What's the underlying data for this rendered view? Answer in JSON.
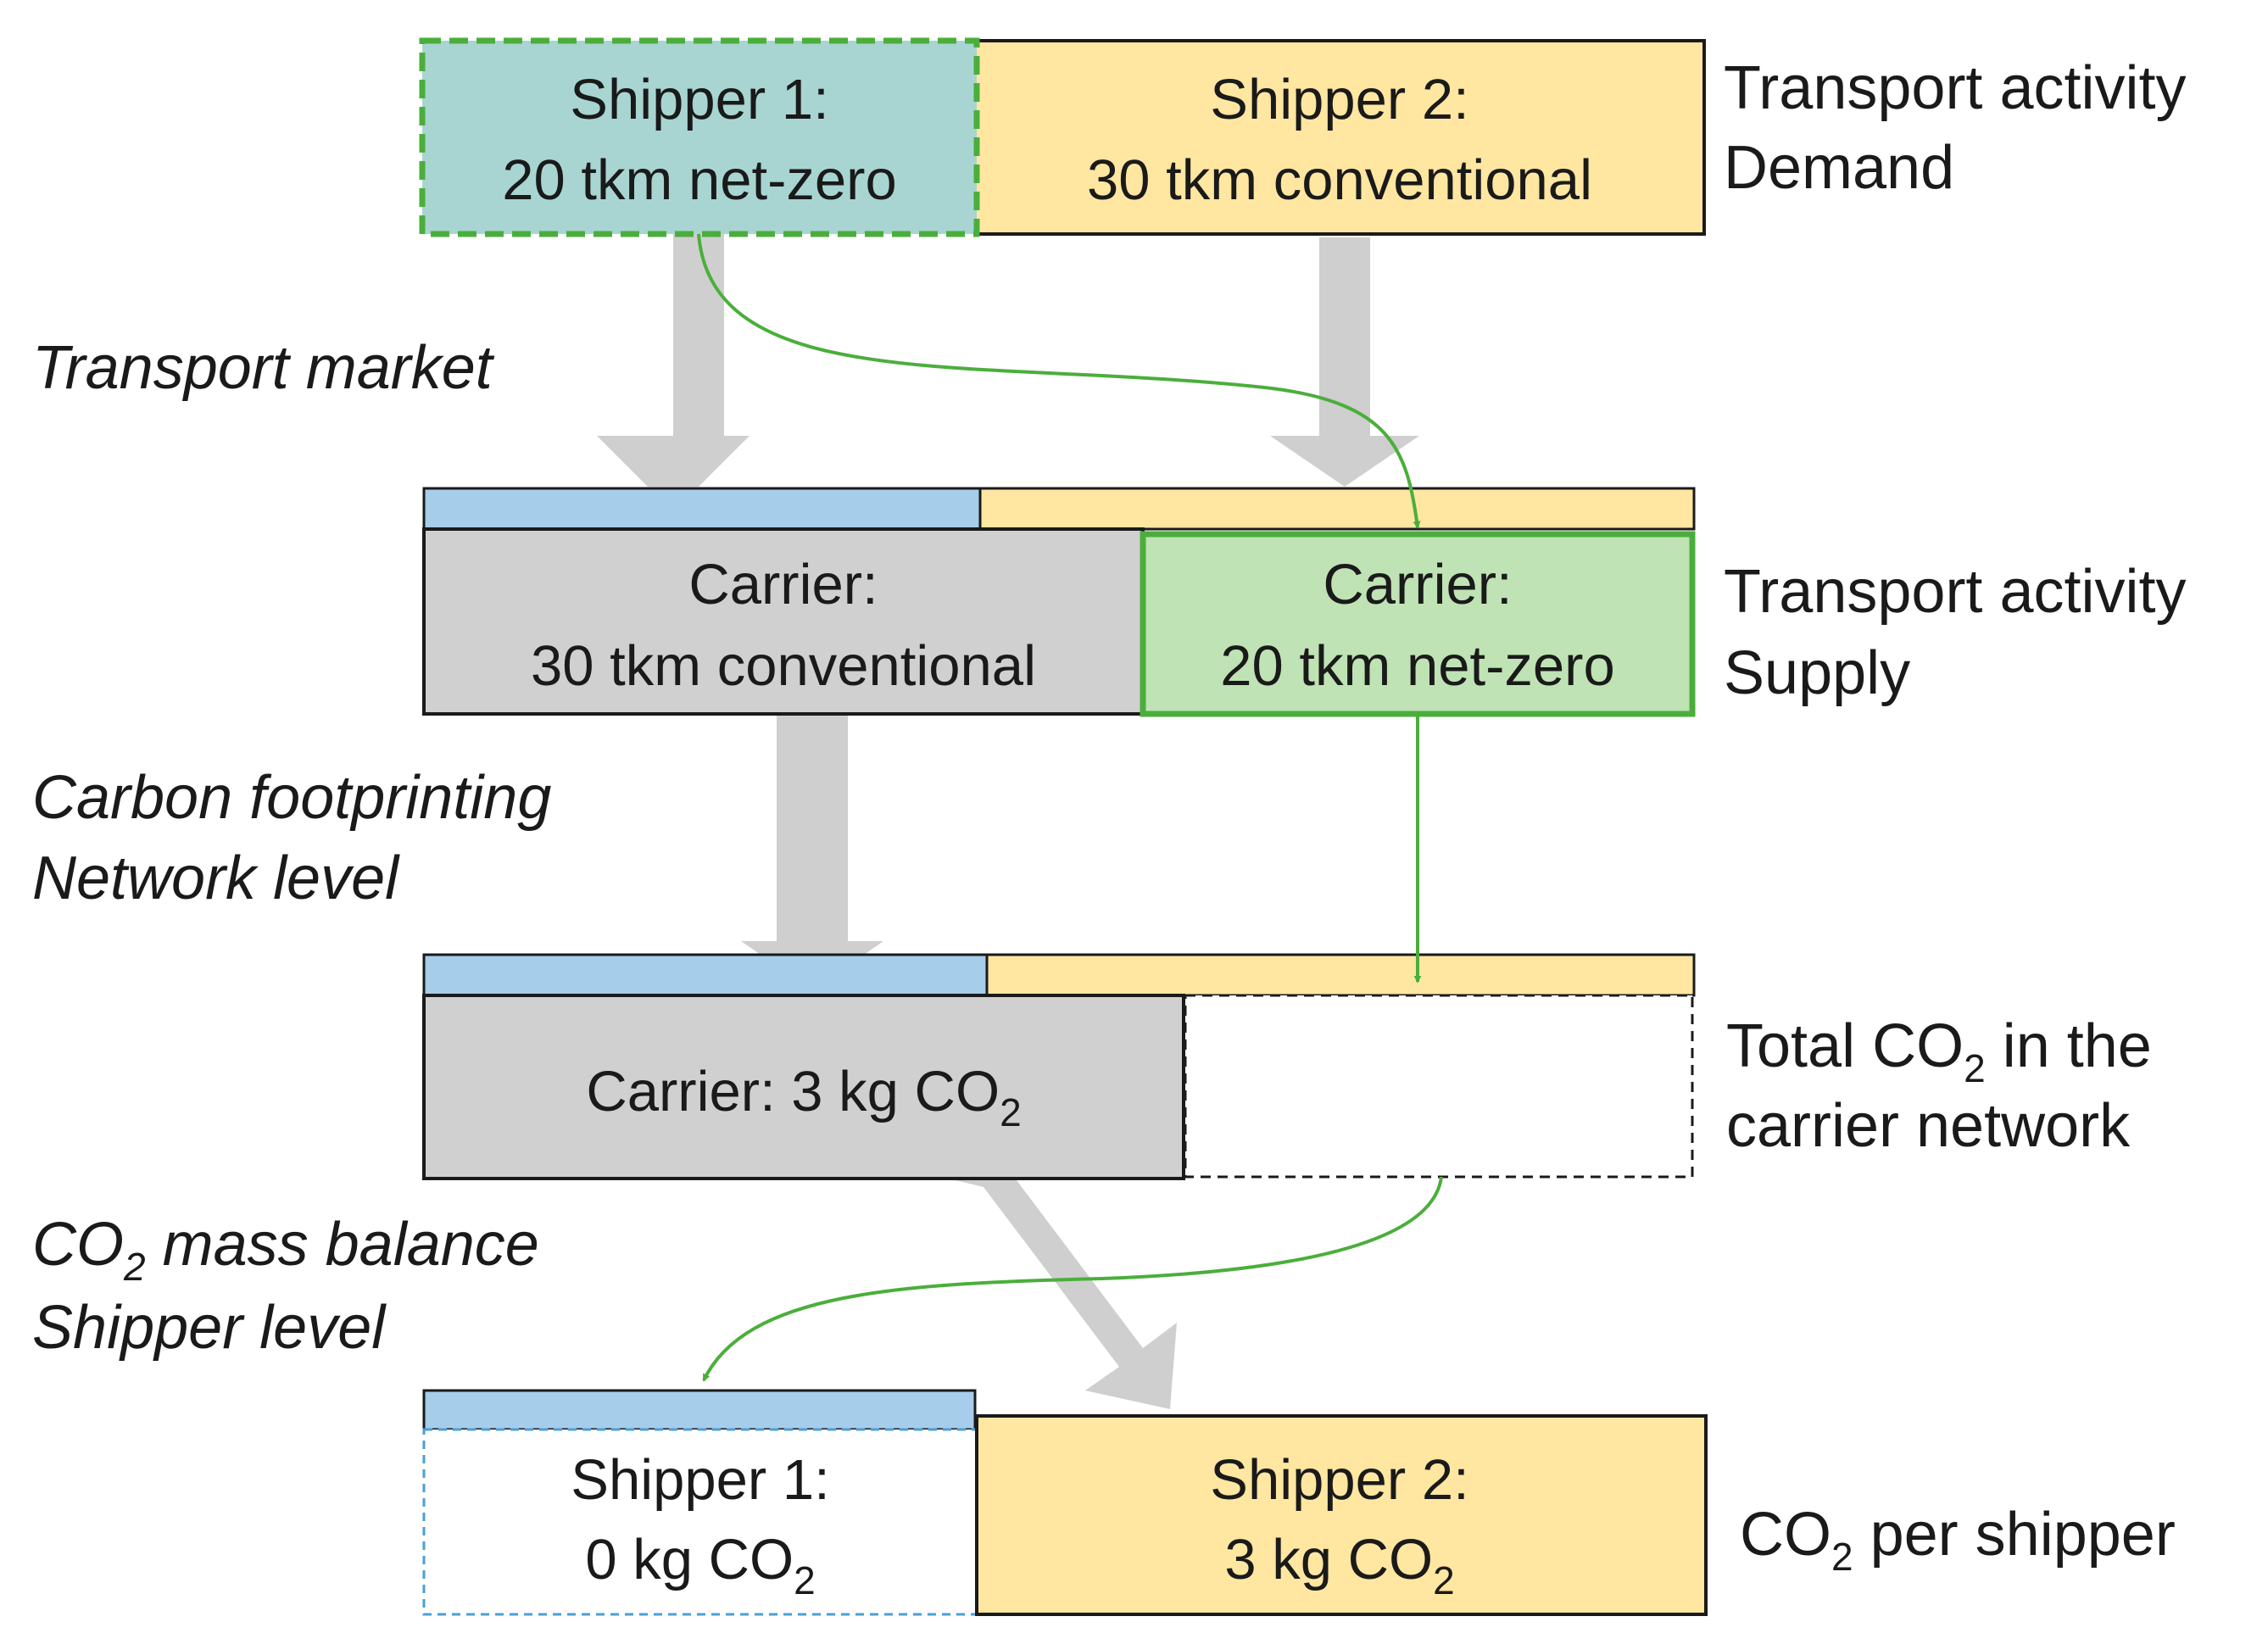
{
  "colors": {
    "net_zero_teal": "#a8d5d1",
    "conventional_yellow": "#ffe6a1",
    "carrier_gray": "#d0d0d0",
    "net_zero_green": "#bfe3b4",
    "strip_blue": "#a6cdea",
    "flow_gray": "#cfcfcf",
    "flow_green": "#4bae3c"
  },
  "demand": {
    "shipper1": {
      "line1": "Shipper 1:",
      "line2": "20 tkm net-zero"
    },
    "shipper2": {
      "line1": "Shipper 2:",
      "line2": "30 tkm conventional"
    },
    "label": {
      "line1": "Transport activity",
      "line2": "Demand"
    }
  },
  "stage_transport_market": {
    "line1": "Transport market"
  },
  "supply": {
    "carrier_conventional": {
      "line1": "Carrier:",
      "line2": "30 tkm conventional"
    },
    "carrier_netzero": {
      "line1": "Carrier:",
      "line2": "20 tkm net-zero"
    },
    "label": {
      "line1": "Transport activity",
      "line2": "Supply"
    }
  },
  "stage_footprinting": {
    "line1": "Carbon footprinting",
    "line2": "Network level"
  },
  "network": {
    "carrier_total": {
      "text": "Carrier: 3 kg CO",
      "sub": "2"
    },
    "label": {
      "line1_pre": "Total CO",
      "line1_sub": "2",
      "line1_post": " in the",
      "line2": "carrier network"
    }
  },
  "stage_mass_balance": {
    "line1_pre": "CO",
    "line1_sub": "2",
    "line1_post": " mass balance",
    "line2": "Shipper level"
  },
  "allocation": {
    "shipper1": {
      "line1": "Shipper 1:",
      "line2_pre": "0 kg CO",
      "line2_sub": "2"
    },
    "shipper2": {
      "line1": "Shipper 2:",
      "line2_pre": "3 kg CO",
      "line2_sub": "2"
    },
    "label": {
      "pre": "CO",
      "sub": "2",
      "post": " per shipper"
    }
  }
}
